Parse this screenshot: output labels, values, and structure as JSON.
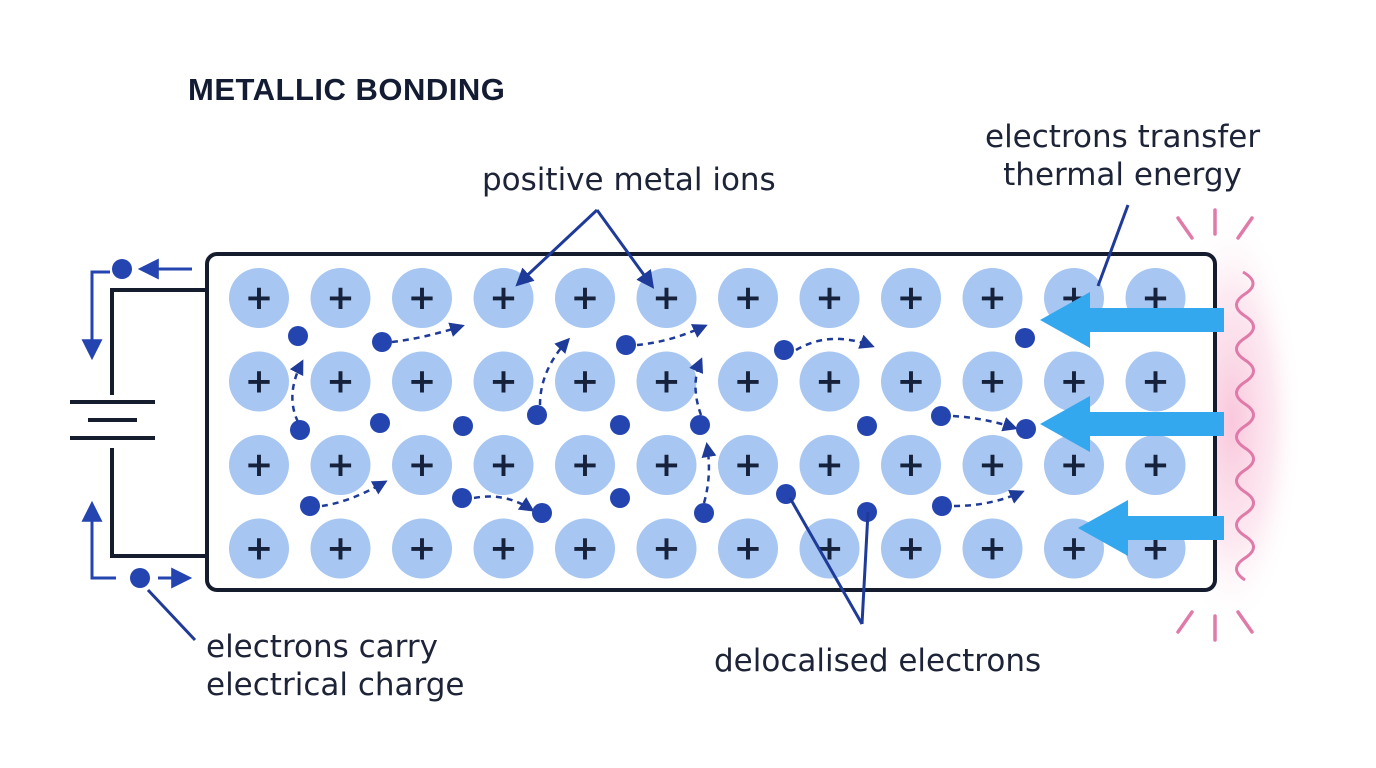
{
  "title": "METALLIC BONDING",
  "labels": {
    "ions": "positive metal ions",
    "thermal": [
      "electrons transfer",
      "thermal energy"
    ],
    "charge": [
      "electrons carry",
      "electrical charge"
    ],
    "delocalised": "delocalised electrons"
  },
  "ion_symbol": "+",
  "lattice": {
    "rows": 4,
    "cols": 12
  },
  "colors": {
    "ion_fill": "#a7c6f1",
    "ion_sign": "#16213b",
    "electron": "#2444b0",
    "outline": "#141c2e",
    "heat_arrow": "#34a8ee",
    "heat_wave": "#e07aa8",
    "heat_glow": "#fbd7e6"
  },
  "icons": [
    "battery-icon",
    "heat-source-icon",
    "heat-arrow-icon",
    "electron-icon",
    "ion-icon"
  ]
}
